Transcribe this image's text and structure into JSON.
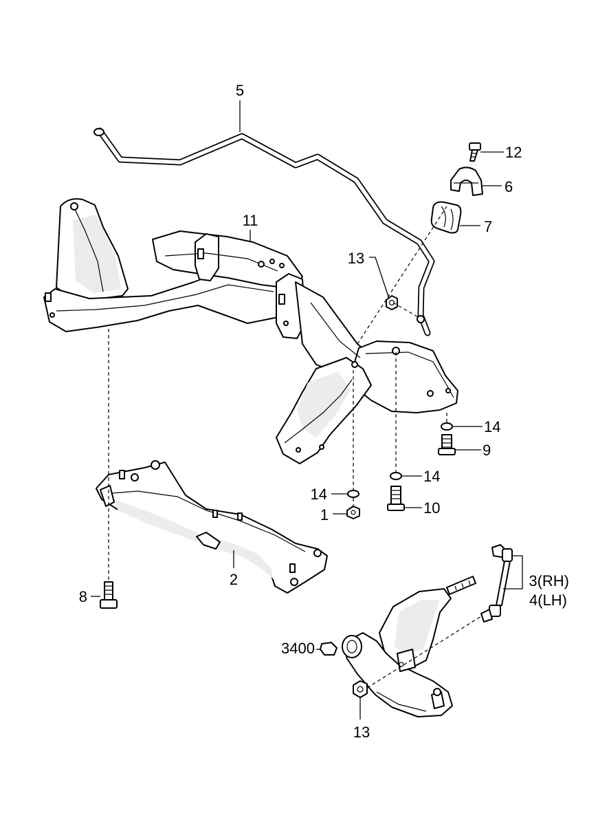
{
  "callouts": {
    "c5": "5",
    "c12": "12",
    "c6": "6",
    "c7": "7",
    "c11": "11",
    "c13a": "13",
    "c14a": "14",
    "c9": "9",
    "c14b": "14",
    "c14c": "14",
    "c1": "1",
    "c10": "10",
    "c2": "2",
    "c8": "8",
    "c3": "3(RH)",
    "c4": "4(LH)",
    "c3400": "3400",
    "c13b": "13"
  }
}
